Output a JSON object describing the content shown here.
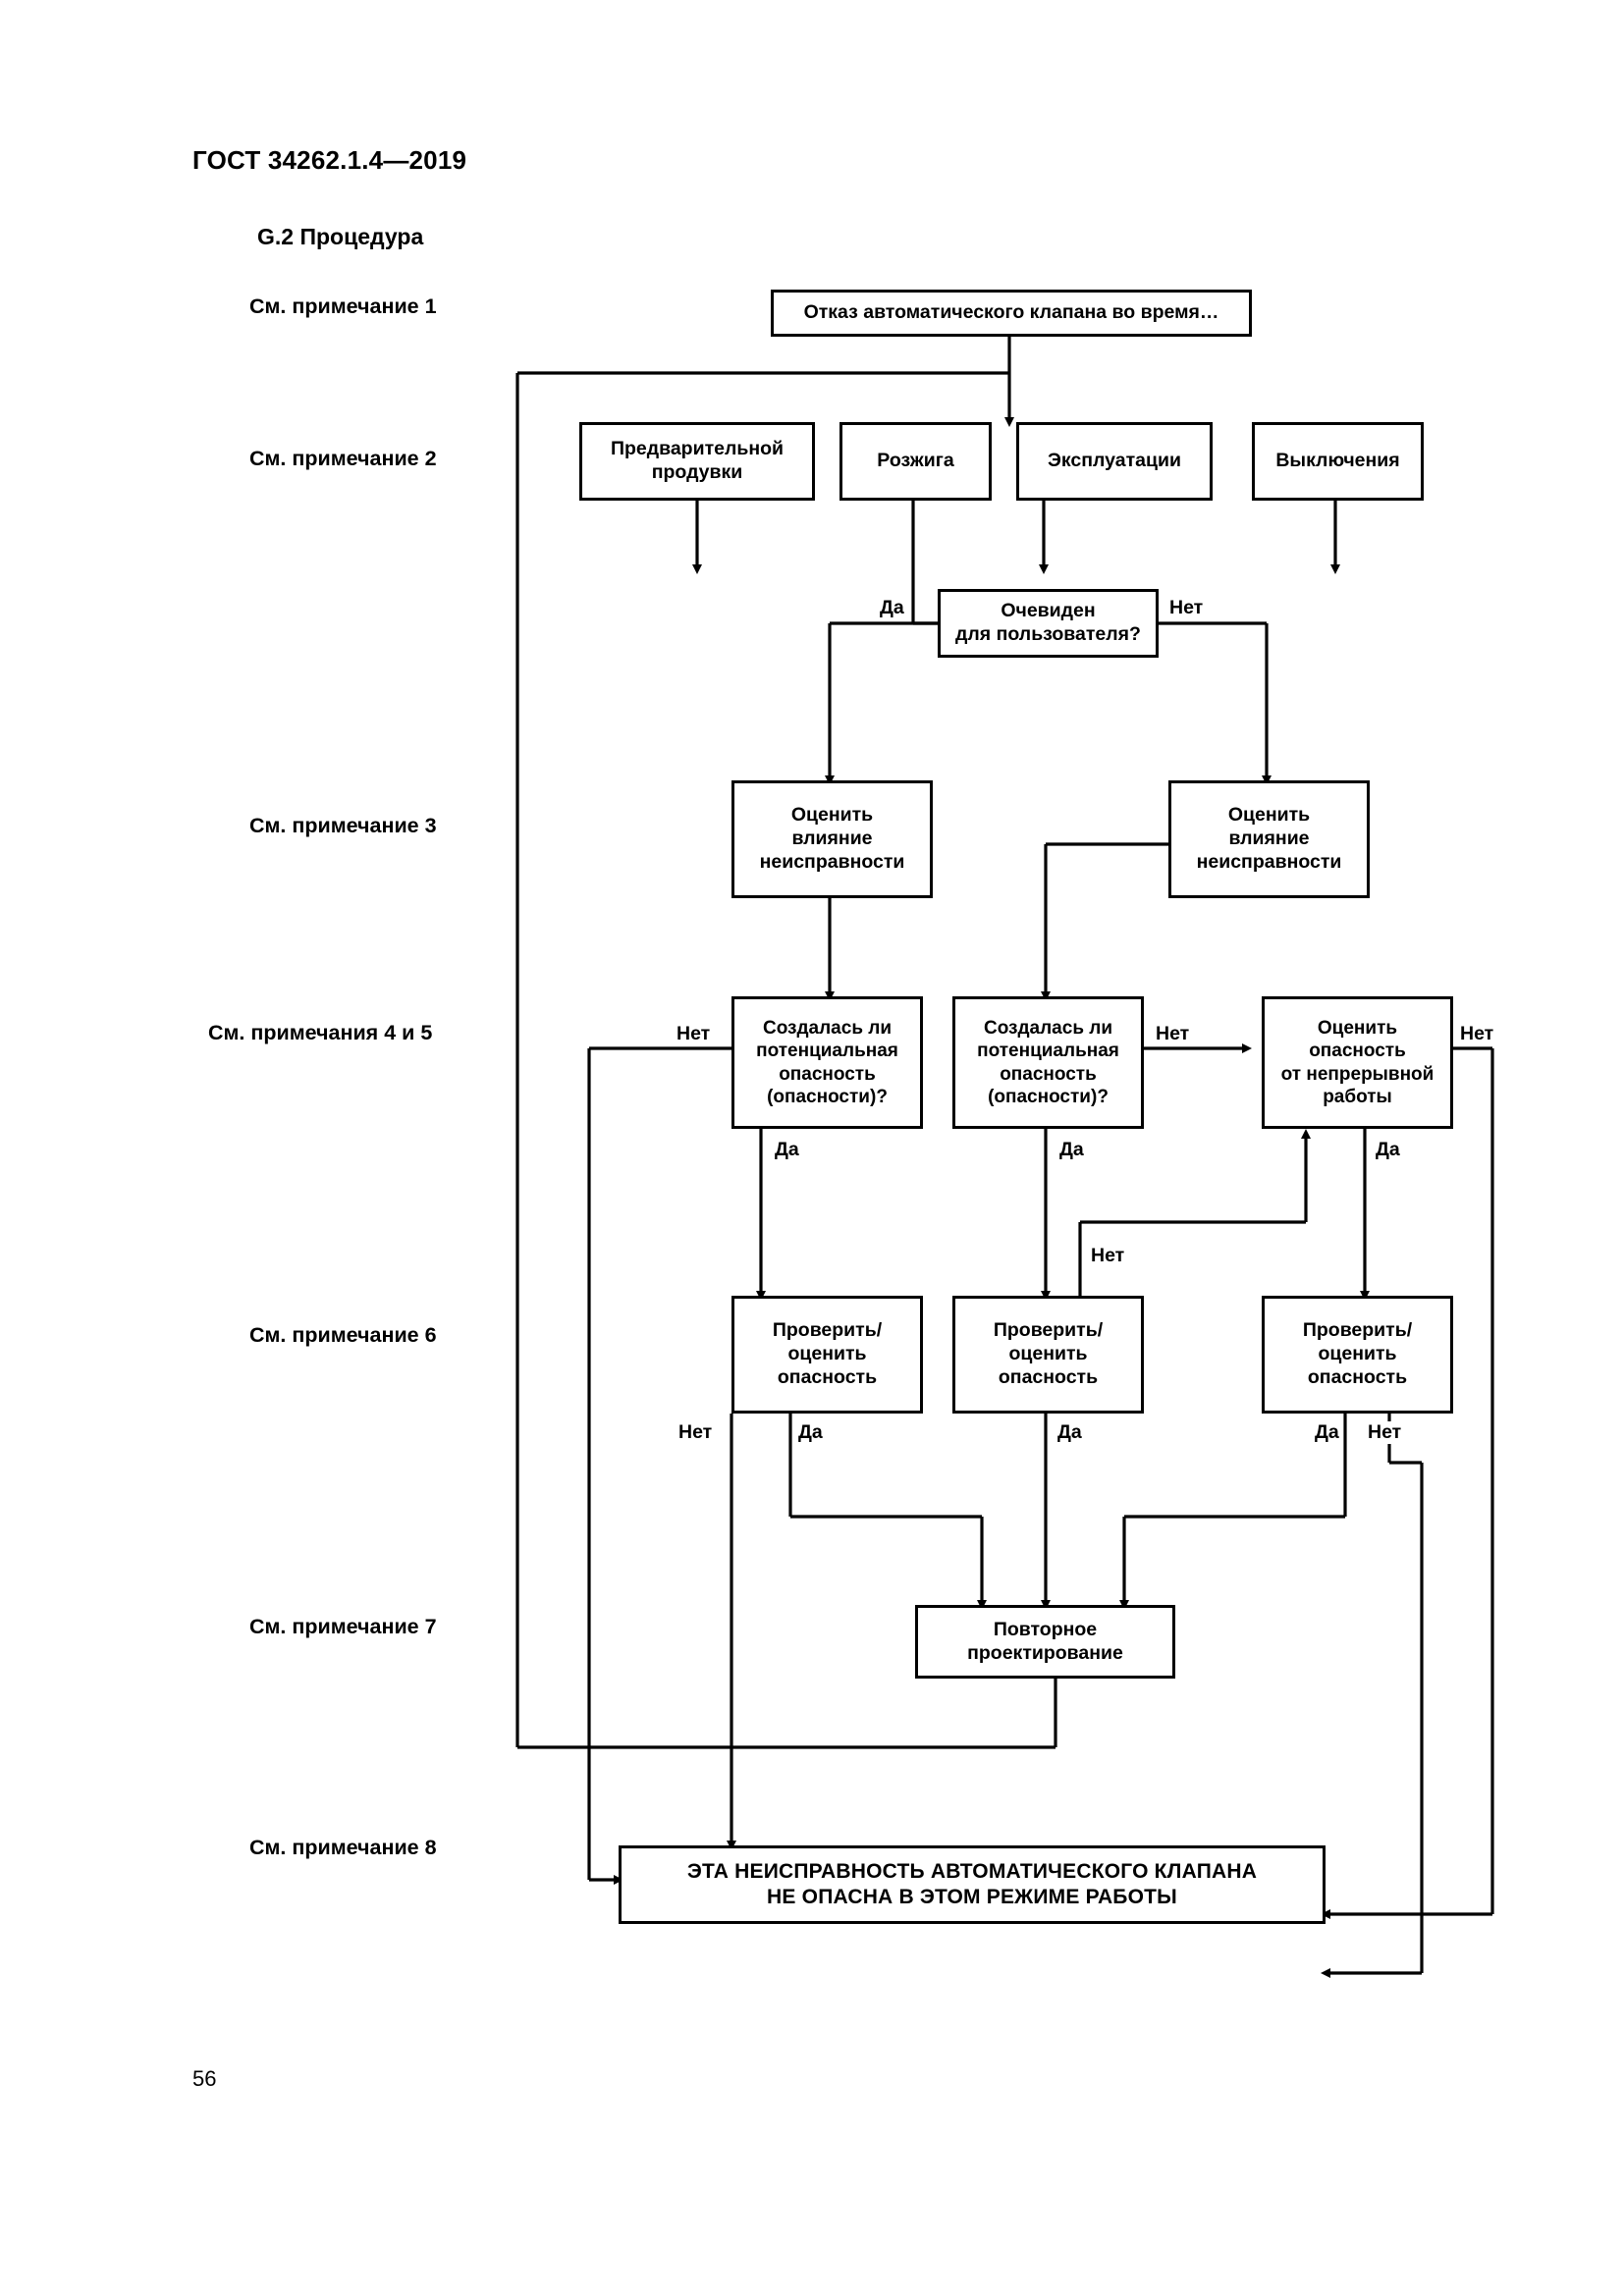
{
  "document": {
    "standard_header": "ГОСТ 34262.1.4—2019",
    "section_title": "G.2 Процедура",
    "page_number": "56"
  },
  "notes_column": [
    {
      "id": "note1",
      "label": "См. примечание 1"
    },
    {
      "id": "note2",
      "label": "См. примечание 2"
    },
    {
      "id": "note3",
      "label": "См. примечание 3"
    },
    {
      "id": "note45",
      "label": "См. примечания 4 и 5"
    },
    {
      "id": "note6",
      "label": "См. примечание 6"
    },
    {
      "id": "note7",
      "label": "См. примечание 7"
    },
    {
      "id": "note8",
      "label": "См. примечание 8"
    }
  ],
  "chart_data": {
    "type": "flowchart",
    "title": "G.2 Процедура",
    "nodes": [
      {
        "id": "start",
        "text": "Отказ автоматического клапана во время…"
      },
      {
        "id": "purge",
        "text": "Предварительной продувки"
      },
      {
        "id": "ignition",
        "text": "Розжига"
      },
      {
        "id": "operation",
        "text": "Эксплуатации"
      },
      {
        "id": "shutdown",
        "text": "Выключения"
      },
      {
        "id": "obvious",
        "text": "Очевиден для пользователя?"
      },
      {
        "id": "assess-left",
        "text": "Оценить влияние неисправности"
      },
      {
        "id": "assess-right",
        "text": "Оценить влияние неисправности"
      },
      {
        "id": "hazard-left",
        "text": "Создалась ли потенциальная опасность (опасности)?"
      },
      {
        "id": "hazard-mid",
        "text": "Создалась ли потенциальная опасность (опасности)?"
      },
      {
        "id": "continuous",
        "text": "Оценить опасность от непрерывной работы"
      },
      {
        "id": "check-left",
        "text": "Проверить/ оценить опасность"
      },
      {
        "id": "check-mid",
        "text": "Проверить/ оценить опасность"
      },
      {
        "id": "check-right",
        "text": "Проверить/ оценить опасность"
      },
      {
        "id": "redesign",
        "text": "Повторное проектирование"
      },
      {
        "id": "safe",
        "text": "ЭТА НЕИСПРАВНОСТЬ АВТОМАТИЧЕСКОГО КЛАПАНА НЕ ОПАСНА В ЭТОМ РЕЖИМЕ РАБОТЫ"
      }
    ],
    "node_lines": {
      "start": [
        "Отказ автоматического клапана во время…"
      ],
      "purge": [
        "Предварительной",
        "продувки"
      ],
      "ignition": [
        "Розжига"
      ],
      "operation": [
        "Эксплуатации"
      ],
      "shutdown": [
        "Выключения"
      ],
      "obvious": [
        "Очевиден",
        "для пользователя?"
      ],
      "assess_left": [
        "Оценить",
        "влияние",
        "неисправности"
      ],
      "assess_right": [
        "Оценить",
        "влияние",
        "неисправности"
      ],
      "hazard_left": [
        "Создалась ли",
        "потенциальная",
        "опасность",
        "(опасности)?"
      ],
      "hazard_mid": [
        "Создалась ли",
        "потенциальная",
        "опасность",
        "(опасности)?"
      ],
      "continuous": [
        "Оценить",
        "опасность",
        "от непрерывной",
        "работы"
      ],
      "check_left": [
        "Проверить/",
        "оценить",
        "опасность"
      ],
      "check_mid": [
        "Проверить/",
        "оценить",
        "опасность"
      ],
      "check_right": [
        "Проверить/",
        "оценить",
        "опасность"
      ],
      "redesign": [
        "Повторное",
        "проектирование"
      ],
      "safe": [
        "ЭТА НЕИСПРАВНОСТЬ АВТОМАТИЧЕСКОГО КЛАПАНА",
        "НЕ ОПАСНА В ЭТОМ РЕЖИМЕ РАБОТЫ"
      ]
    },
    "edge_labels": [
      {
        "id": "obvious-yes",
        "text": "Да"
      },
      {
        "id": "obvious-no",
        "text": "Нет"
      },
      {
        "id": "hazard-left-no",
        "text": "Нет"
      },
      {
        "id": "hazard-left-yes",
        "text": "Да"
      },
      {
        "id": "hazard-mid-no",
        "text": "Нет"
      },
      {
        "id": "hazard-mid-yes",
        "text": "Да"
      },
      {
        "id": "continuous-no",
        "text": "Нет"
      },
      {
        "id": "continuous-yes",
        "text": "Да"
      },
      {
        "id": "check-mid-no",
        "text": "Нет"
      },
      {
        "id": "check-left-no",
        "text": "Нет"
      },
      {
        "id": "check-left-yes",
        "text": "Да"
      },
      {
        "id": "check-mid-yes",
        "text": "Да"
      },
      {
        "id": "check-right-yes",
        "text": "Да"
      },
      {
        "id": "check-right-no",
        "text": "Нет"
      }
    ],
    "colors": {
      "stroke": "#000000",
      "fill": "#ffffff",
      "text": "#000000"
    }
  }
}
